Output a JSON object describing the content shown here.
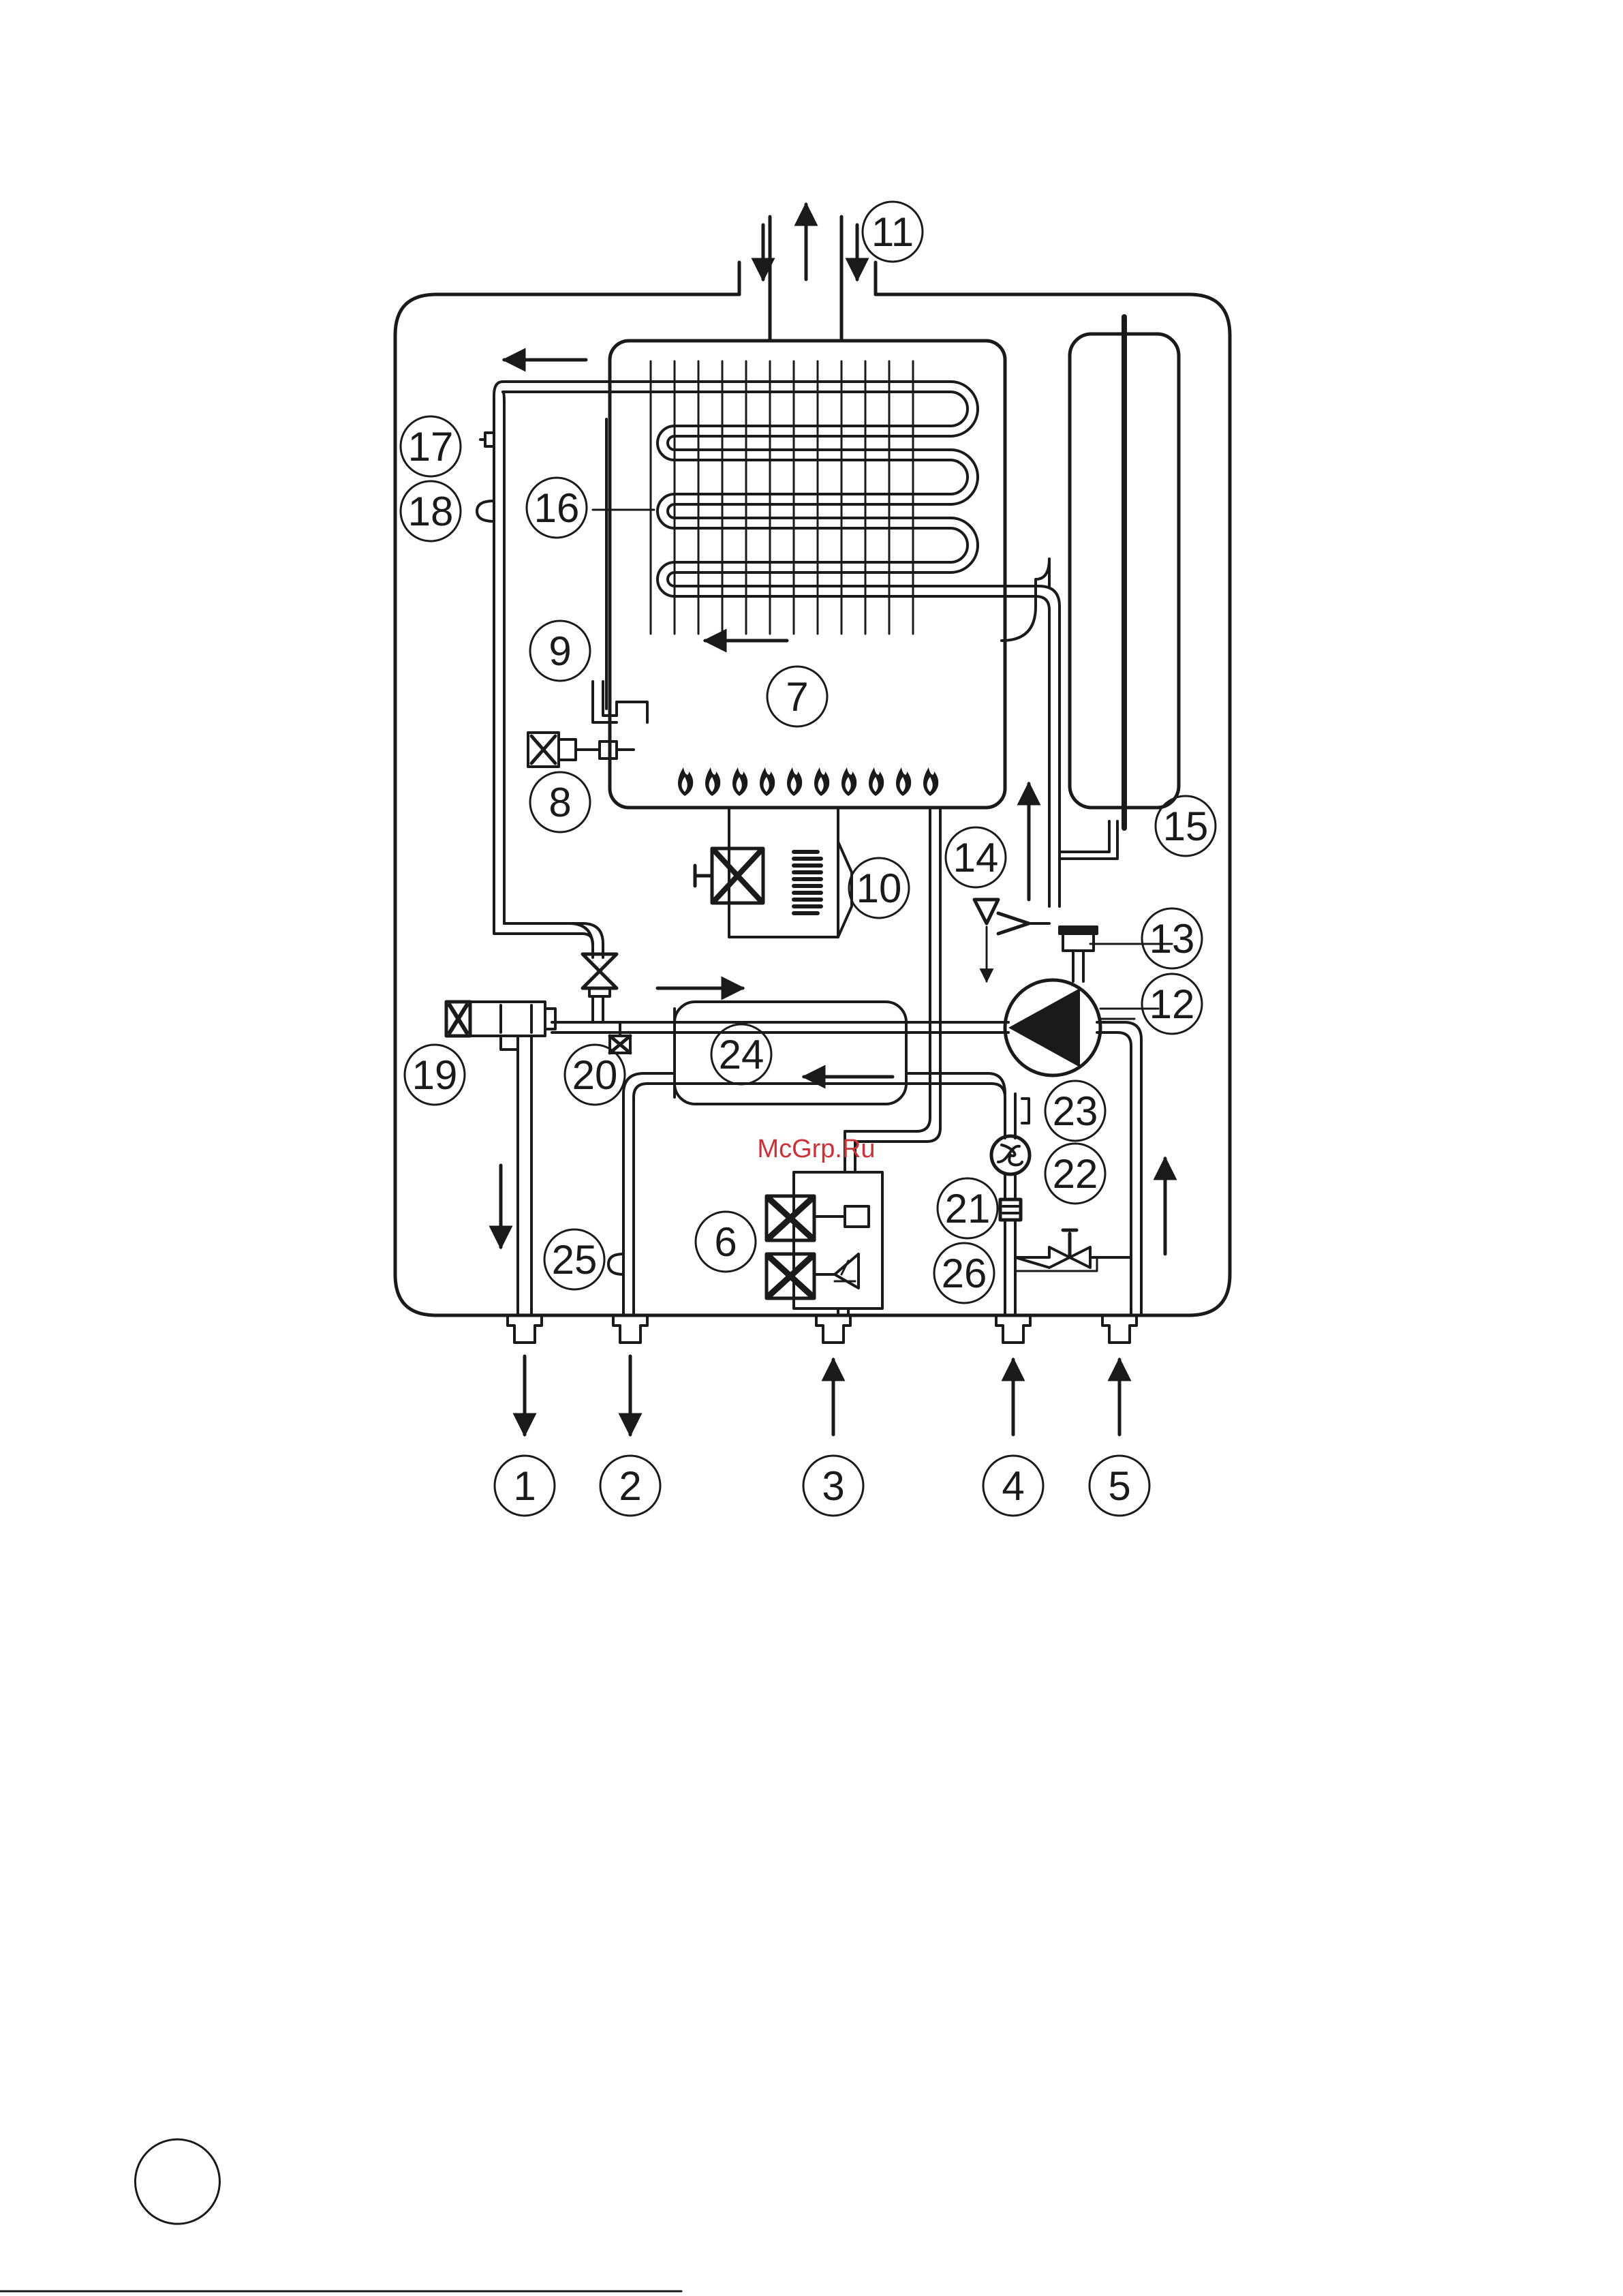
{
  "watermark": "McGrp.Ru",
  "colors": {
    "line": "#1a1a1a",
    "watermark": "#c8323a",
    "background": "#ffffff"
  },
  "callouts": {
    "c1": "1",
    "c2": "2",
    "c3": "3",
    "c4": "4",
    "c5": "5",
    "c6": "6",
    "c7": "7",
    "c8": "8",
    "c9": "9",
    "c10": "10",
    "c11": "11",
    "c12": "12",
    "c13": "13",
    "c14": "14",
    "c15": "15",
    "c16": "16",
    "c17": "17",
    "c18": "18",
    "c19": "19",
    "c20": "20",
    "c21": "21",
    "c22": "22",
    "c23": "23",
    "c24": "24",
    "c25": "25",
    "c26": "26"
  }
}
